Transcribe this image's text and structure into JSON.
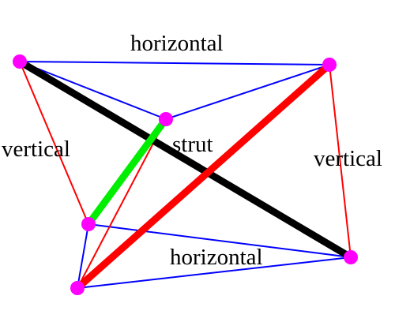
{
  "labels": {
    "top_horizontal": "horizontal",
    "left_vertical": "vertical",
    "strut": "strut",
    "right_vertical": "vertical",
    "bottom_horizontal": "horizontal"
  },
  "colors": {
    "horizontal_cable": "#0000ff",
    "vertical_cable": "#ff0000",
    "strut_green": "#00ee00",
    "strut_black": "#000000",
    "strut_red": "#ff0000",
    "node": "#ff00ff"
  }
}
